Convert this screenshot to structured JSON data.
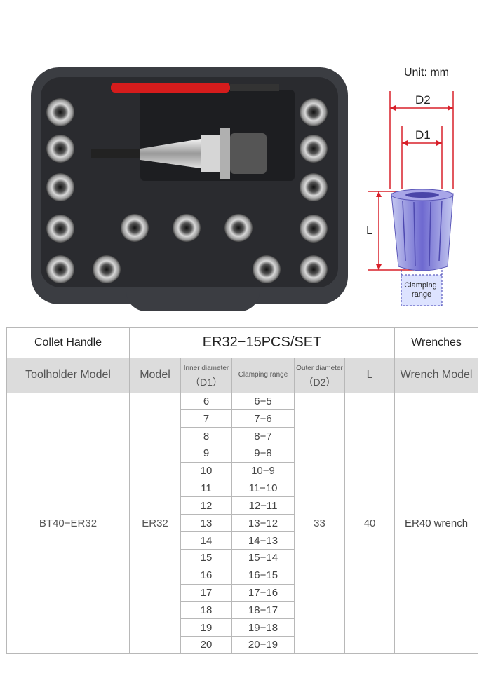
{
  "unit_label": "Unit: mm",
  "diagram": {
    "d2": "D2",
    "d1": "D1",
    "l": "L",
    "clamping": "Clamping range",
    "colors": {
      "dim": "#d8202a",
      "collet": "#7d78d6",
      "dash": "#3a3ab0",
      "case": "#3b3d42"
    }
  },
  "table": {
    "header_row1": {
      "collet_handle": "Collet Handle",
      "title": "ER32−15PCS/SET",
      "wrenches": "Wrenches"
    },
    "header_row2": {
      "toolholder_model": "Toolholder Model",
      "model": "Model",
      "inner_diameter": "Inner diameter",
      "inner_symbol": "（D1）",
      "clamping_range": "Clamping range",
      "outer_diameter": "Outer diameter",
      "outer_symbol": "（D2）",
      "l": "L",
      "wrench_model": "Wrench Model"
    },
    "toolholder_value": "BT40−ER32",
    "model_value": "ER32",
    "outer_value": "33",
    "l_value": "40",
    "wrench_value": "ER40 wrench",
    "rows": [
      {
        "d1": "6",
        "range": "6−5"
      },
      {
        "d1": "7",
        "range": "7−6"
      },
      {
        "d1": "8",
        "range": "8−7"
      },
      {
        "d1": "9",
        "range": "9−8"
      },
      {
        "d1": "10",
        "range": "10−9"
      },
      {
        "d1": "11",
        "range": "11−10"
      },
      {
        "d1": "12",
        "range": "12−11"
      },
      {
        "d1": "13",
        "range": "13−12"
      },
      {
        "d1": "14",
        "range": "14−13"
      },
      {
        "d1": "15",
        "range": "15−14"
      },
      {
        "d1": "16",
        "range": "16−15"
      },
      {
        "d1": "17",
        "range": "17−16"
      },
      {
        "d1": "18",
        "range": "18−17"
      },
      {
        "d1": "19",
        "range": "19−18"
      },
      {
        "d1": "20",
        "range": "20−19"
      }
    ]
  }
}
